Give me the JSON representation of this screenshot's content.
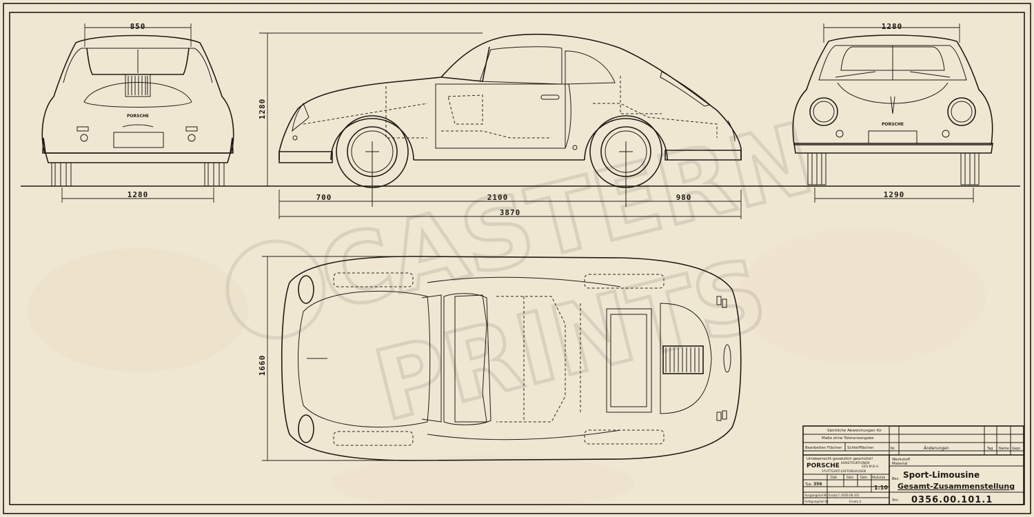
{
  "dimensions": {
    "rear_width": "850",
    "rear_track": "1280",
    "height": "1280",
    "front_overhang": "700",
    "wheelbase": "2100",
    "rear_overhang": "980",
    "length": "3870",
    "front_width": "1280",
    "front_track": "1290",
    "body_width": "1660"
  },
  "badges": {
    "rear": "PORSCHE",
    "front": "PORSCHE"
  },
  "watermark": [
    "CASTERN",
    "PRINTS"
  ],
  "title_block": {
    "note_line1": "Sämtliche Abweichungen für",
    "note_line2": "Maße ohne Toleranzangabe",
    "note_row_a": "Bearbeiten Flächen",
    "note_row_b": "Schleifflächen",
    "rev_col_nr": "Nr.",
    "rev_col_change": "Änderungen",
    "rev_col_day": "Tag",
    "rev_col_name": "Name",
    "rev_col_gepr": "Gepr.",
    "copyright": "Urheberrecht gesetzlich geschützt!",
    "company": "PORSCHE",
    "company_sub1": "KONSTRUKTIONEN",
    "company_sub2": "GES.M.B.H.",
    "company_city": "STUTTGART-ZUFFENHAUSEN",
    "werkstoff": "Werkstoff",
    "material": "Material",
    "col_dat": "Dat.",
    "col_gez": "Gez.",
    "col_gen": "Gen.",
    "col_massstab": "Maßstab",
    "typ_label": "Typ",
    "typ_value": "356",
    "scale": "1:10",
    "row_ausgangsteil": "Ausgangsteil Nr.",
    "row_ersatz": "Ersatz f. 0356.00.101",
    "row_fertigungsteil": "Fertigungsteil Nr.",
    "row_ersatz_durch": "Ersatz d.",
    "bez_label": "Bez.",
    "name_line1": "Sport-Limousine",
    "name_line2": "Gesamt-Zusammenstellung",
    "sht_label": "Sht.",
    "drawing_number": "0356.00.101.1"
  }
}
